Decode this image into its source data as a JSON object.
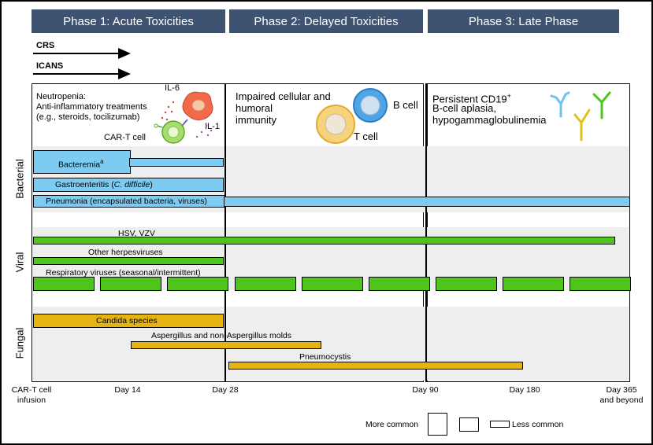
{
  "phases": [
    {
      "label": "Phase 1: Acute Toxicities"
    },
    {
      "label": "Phase 2: Delayed Toxicities"
    },
    {
      "label": "Phase 3: Late Phase"
    }
  ],
  "arrows": {
    "crs": "CRS",
    "icans": "ICANS"
  },
  "panels": {
    "p1_line1": "Neutropenia:",
    "p1_line2": "Anti-inflammatory treatments",
    "p1_line3": "(e.g., steroids, tocilizumab)",
    "p1_il6": "IL-6",
    "p1_il1": "IL-1",
    "p1_cart": "CAR-T cell",
    "p2_line1": "Impaired cellular and",
    "p2_line2": "humoral",
    "p2_line3": "immunity",
    "p2_bcell": "B cell",
    "p2_tcell": "T cell",
    "p3_line1": "Persistent CD19",
    "p3_sup": "+",
    "p3_line2": "B-cell aplasia,",
    "p3_line3": "hypogammaglobulinemia"
  },
  "categories": {
    "bacterial": "Bacterial",
    "viral": "Viral",
    "fungal": "Fungal"
  },
  "bars": {
    "bacteremia": "Bacteremia",
    "bacteremia_sup": "a",
    "gastro_pre": "Gastroenteritis (",
    "gastro_it": "C. difficile",
    "gastro_post": ")",
    "pneumonia": "Pneumonia (encapsulated bacteria, viruses)",
    "hsv": "HSV, VZV",
    "herpes": "Other herpesviruses",
    "resp": "Respiratory viruses (seasonal/intermittent)",
    "candida": "Candida species",
    "asper": "Aspergillus and non-Aspergillus molds",
    "pneumocystis": "Pneumocystis"
  },
  "axis": {
    "t0_line1": "CAR-T cell",
    "t0_line2": "infusion",
    "d14": "Day 14",
    "d28": "Day 28",
    "d90": "Day 90",
    "d180": "Day 180",
    "d365_line1": "Day 365",
    "d365_line2": "and beyond"
  },
  "legend": {
    "more": "More common",
    "less": "Less common"
  },
  "colors": {
    "header": "#3e5372",
    "bacterial": "#7ecbf1",
    "viral": "#4ec51d",
    "fungal": "#e6b412"
  }
}
